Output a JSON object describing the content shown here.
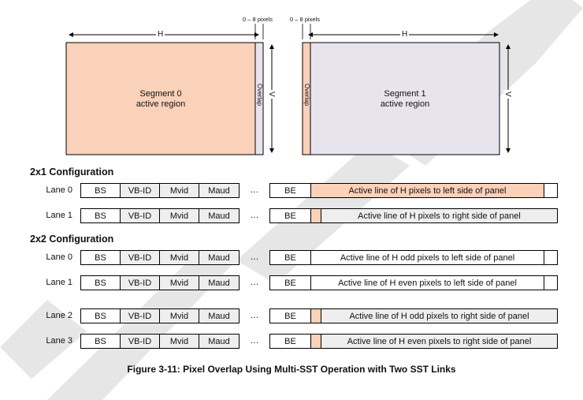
{
  "top": {
    "overlap_range_left": "0 – 8 pixels",
    "overlap_range_right": "0 – 8 pixels",
    "h_left": "H",
    "h_right": "H",
    "v_left": "V",
    "v_right": "V",
    "overlap_left": "Overlap",
    "overlap_right": "Overlap",
    "segment0_line1": "Segment 0",
    "segment0_line2": "active region",
    "segment1_line1": "Segment 1",
    "segment1_line2": "active region"
  },
  "colors": {
    "peach": "#fad1b9",
    "lavender": "#e8e4ee",
    "grey_cell": "#eeeeee",
    "draft": "#e6e6e6"
  },
  "fields": {
    "bs": "BS",
    "vbid": "VB-ID",
    "mvid": "Mvid",
    "maud": "Maud",
    "dots": "…",
    "be": "BE"
  },
  "config_2x1": {
    "title": "2x1 Configuration",
    "lanes": [
      {
        "label": "Lane 0",
        "text": "Active line of H pixels to left side of panel"
      },
      {
        "label": "Lane 1",
        "text": "Active line of H pixels to right side of panel"
      }
    ]
  },
  "config_2x2": {
    "title": "2x2 Configuration",
    "lanes": [
      {
        "label": "Lane 0",
        "text": "Active line of H odd pixels to left side of panel"
      },
      {
        "label": "Lane 1",
        "text": "Active line of H even pixels to left side of panel"
      },
      {
        "label": "Lane 2",
        "text": "Active line of H odd pixels to right side of panel"
      },
      {
        "label": "Lane 3",
        "text": "Active line of H even pixels to right side of panel"
      }
    ]
  },
  "caption": "Figure 3-11: Pixel Overlap Using Multi-SST Operation with Two SST Links"
}
